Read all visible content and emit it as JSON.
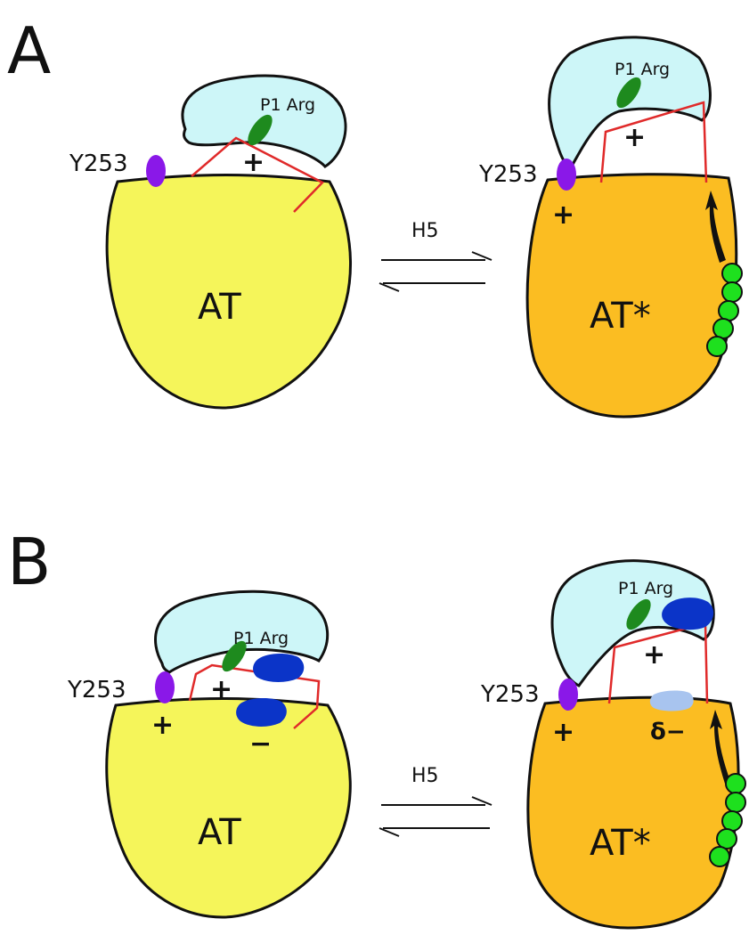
{
  "panels": [
    {
      "letter": "A",
      "left": {
        "body_label": "AT",
        "residue_label": "Y253",
        "p1_label": "P1  Arg",
        "signs": [
          "+"
        ]
      },
      "arrow_label": "H5",
      "right": {
        "body_label": "AT*",
        "residue_label": "Y253",
        "p1_label": "P1  Arg",
        "signs": [
          "+",
          "+"
        ]
      }
    },
    {
      "letter": "B",
      "left": {
        "body_label": "AT",
        "residue_label": "Y253",
        "p1_label": "P1  Arg",
        "signs": [
          "+",
          "+",
          "−"
        ]
      },
      "arrow_label": "H5",
      "right": {
        "body_label": "AT*",
        "residue_label": "Y253",
        "p1_label": "P1  Arg",
        "signs": [
          "+",
          "+"
        ],
        "partial_charge": "δ−"
      }
    }
  ],
  "colors": {
    "at_native": "#f5f55a",
    "at_activated": "#fbbd22",
    "protease": "#cdf6f8",
    "y253": "#8a18e8",
    "p1_arg": "#1e8a1e",
    "exosite": "#0b34c8",
    "exosite_light": "#a8c4ef",
    "heparin_beads": "#1ee01e",
    "linker": "#e02a2a"
  }
}
